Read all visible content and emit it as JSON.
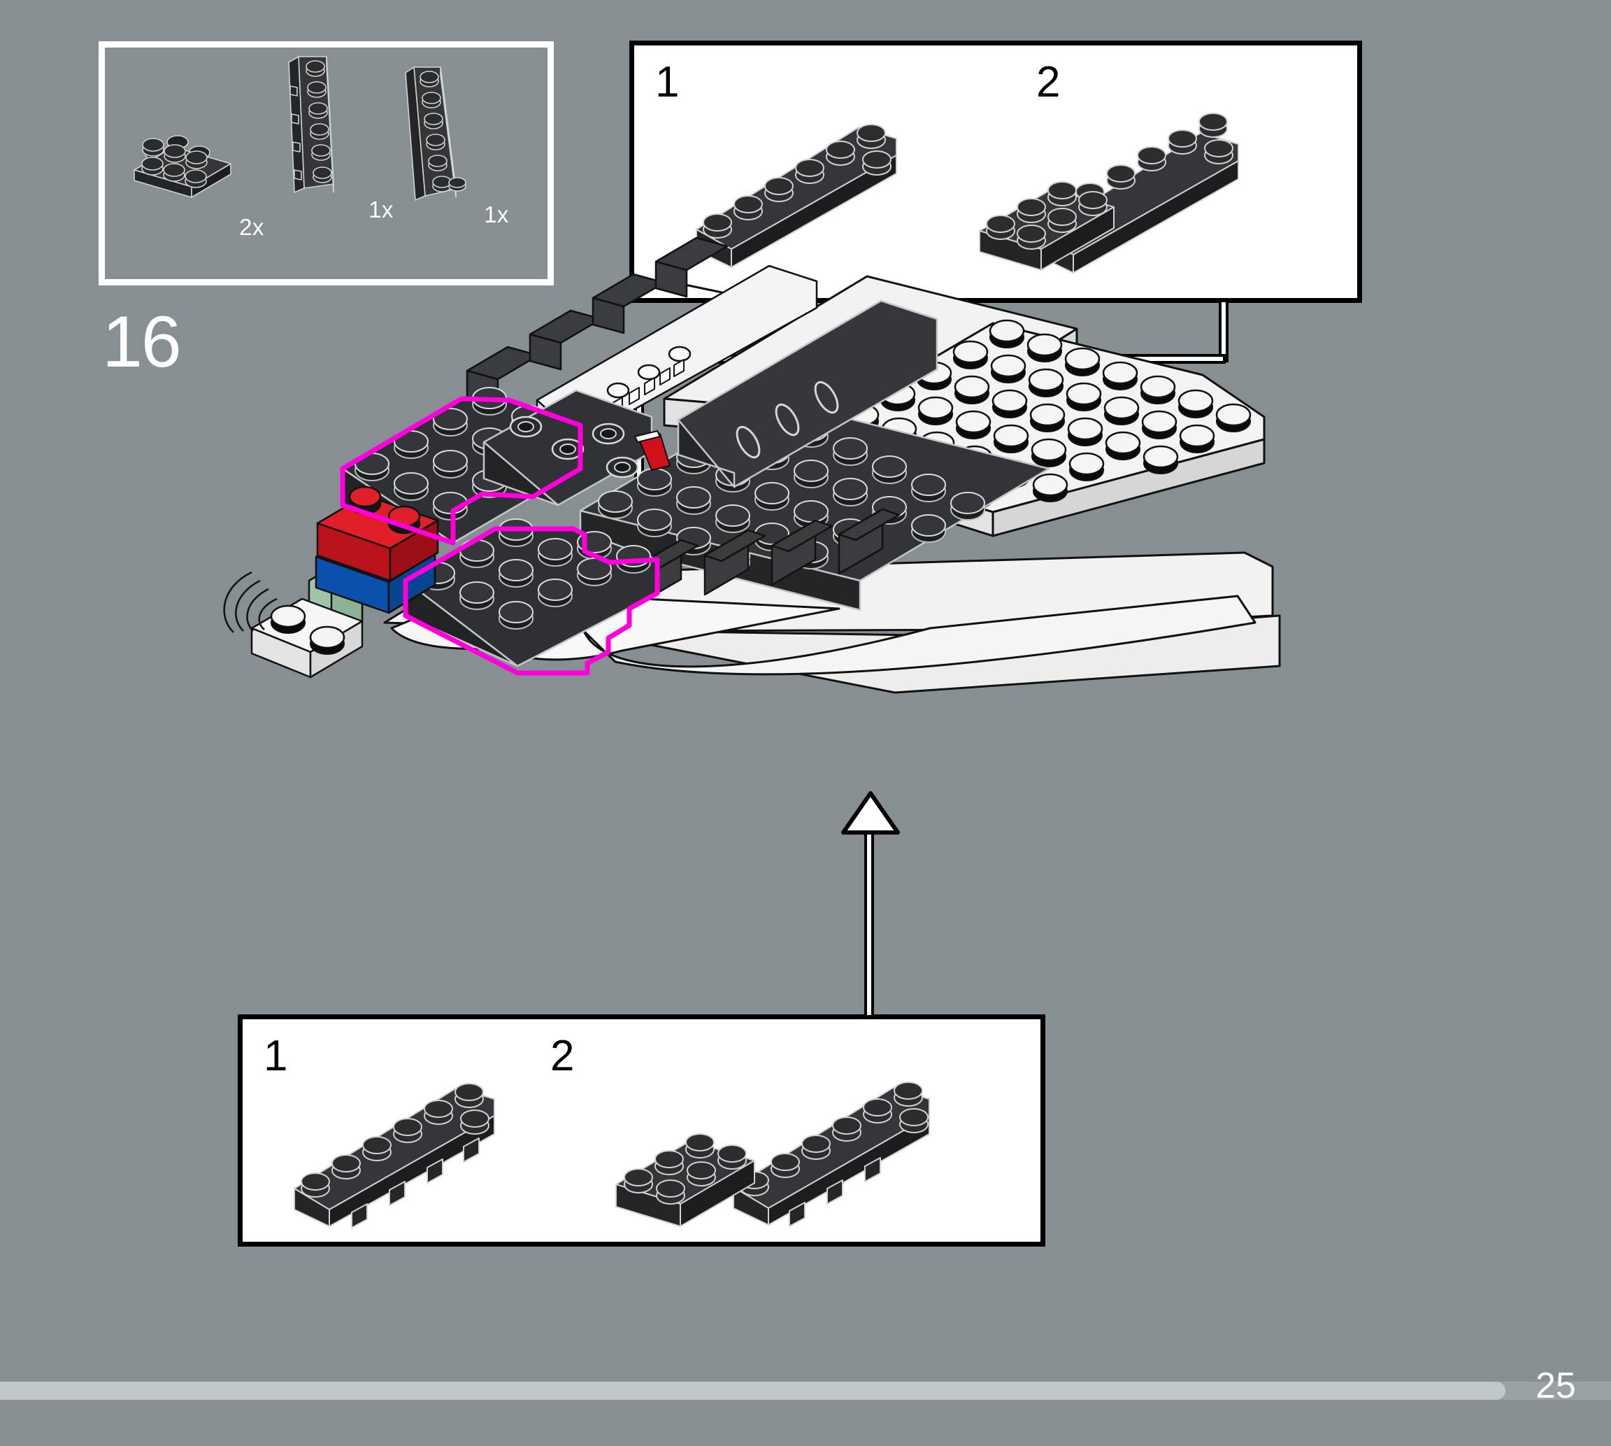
{
  "page": {
    "background_color": "#888f93",
    "page_number": "25",
    "progress_percent": 93
  },
  "step": {
    "number": "16",
    "highlight_color": "#ff00dd"
  },
  "parts_box": {
    "border_color": "#ffffff",
    "parts": [
      {
        "name": "plate-2x3",
        "quantity": "2x",
        "color": "#2d2f31"
      },
      {
        "name": "wedge-plate-6x2-left",
        "quantity": "1x",
        "color": "#2d2f31"
      },
      {
        "name": "wedge-plate-6x2-right",
        "quantity": "1x",
        "color": "#2d2f31"
      }
    ]
  },
  "callouts": [
    {
      "name": "callout-top",
      "substeps": [
        {
          "label": "1",
          "description": "wedge-plate-6x2-right"
        },
        {
          "label": "2",
          "description": "wedge-plate-6x2-right-with-plate-2x3"
        }
      ]
    },
    {
      "name": "callout-bottom",
      "substeps": [
        {
          "label": "1",
          "description": "wedge-plate-6x2-left"
        },
        {
          "label": "2",
          "description": "wedge-plate-6x2-left-with-plate-2x3"
        }
      ]
    }
  ],
  "model": {
    "name": "space-shuttle-fuselage",
    "colors": {
      "white": "#f4f4f4",
      "dark_grey": "#2d2f31",
      "black_stud_shadow": "#000000",
      "red": "#d0101a",
      "blue": "#0a5bc4",
      "sage": "#9fc4a8",
      "tan": "#cbb98a",
      "outline": "#000000"
    }
  },
  "arrows": [
    {
      "name": "arrow-down-to-model",
      "direction": "down"
    },
    {
      "name": "arrow-up-to-model",
      "direction": "up"
    }
  ]
}
